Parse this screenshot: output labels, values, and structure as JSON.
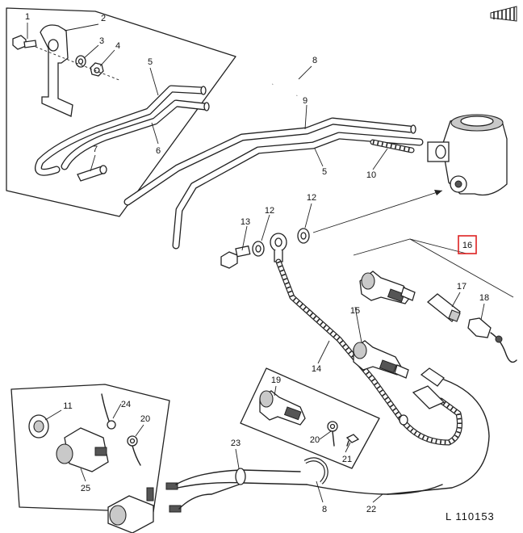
{
  "figure": {
    "reference": "L 110153",
    "highlighted_callout": "16",
    "highlight_color": "#dd2222"
  },
  "callouts": {
    "c1": "1",
    "c2": "2",
    "c3": "3",
    "c4": "4",
    "c5a": "5",
    "c6": "6",
    "c7": "7",
    "c8a": "8",
    "c9": "9",
    "c5b": "5",
    "c10": "10",
    "c12a": "12",
    "c13": "13",
    "c12b": "12",
    "c16": "16",
    "c15": "15",
    "c17": "17",
    "c18": "18",
    "c14": "14",
    "c11": "11",
    "c24": "24",
    "c20a": "20",
    "c25": "25",
    "c19": "19",
    "c20b": "20",
    "c21": "21",
    "c23": "23",
    "c8b": "8",
    "c22": "22"
  }
}
